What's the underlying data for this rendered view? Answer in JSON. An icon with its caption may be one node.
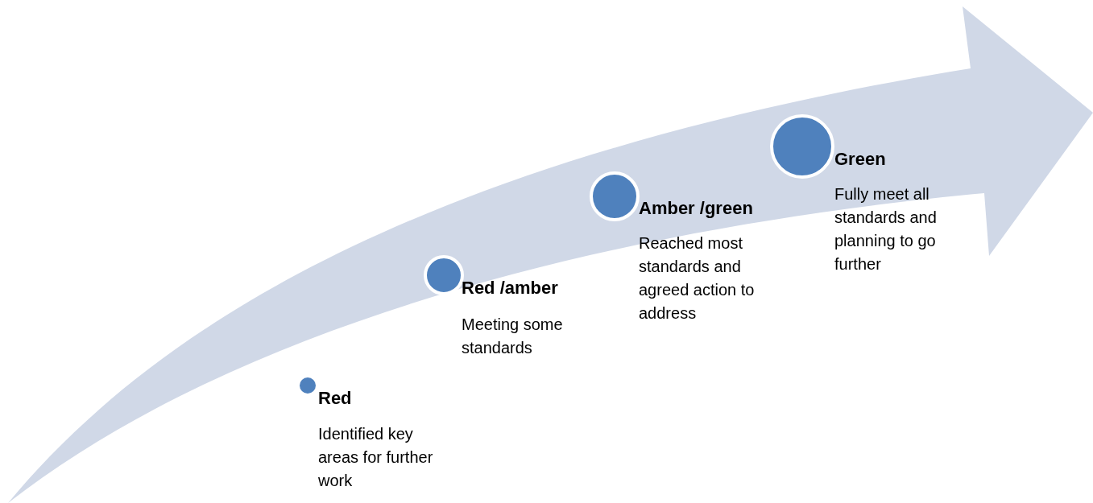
{
  "diagram": {
    "nodes": [
      {
        "text": [],
        "shape": "circle",
        "beside": [
          "Red",
          "Identified key areas for further work"
        ]
      },
      {
        "text": [],
        "shape": "circle",
        "beside": [
          "Red /amber",
          "Meeting some standards"
        ]
      },
      {
        "text": [],
        "shape": "circle",
        "beside": [
          "Amber /green",
          "Reached most standards and agreed action to address"
        ]
      },
      {
        "text": [],
        "shape": "circle",
        "beside": [
          "Green",
          "Fully meet all standards and planning to go further"
        ]
      }
    ]
  }
}
